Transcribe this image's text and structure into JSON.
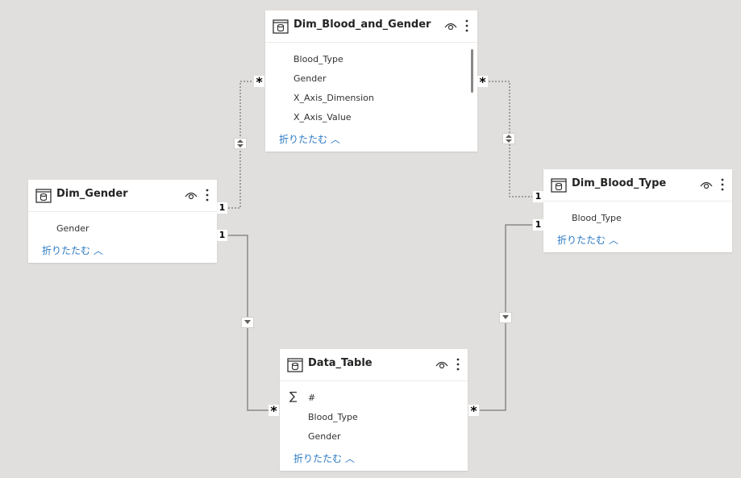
{
  "tables": {
    "dim_blood_and_gender": {
      "title": "Dim_Blood_and_Gender",
      "fields": [
        "Blood_Type",
        "Gender",
        "X_Axis_Dimension",
        "X_Axis_Value"
      ],
      "collapse_label": "折りたたむ ︿"
    },
    "dim_gender": {
      "title": "Dim_Gender",
      "fields": [
        "Gender"
      ],
      "collapse_label": "折りたたむ ︿"
    },
    "dim_blood_type": {
      "title": "Dim_Blood_Type",
      "fields": [
        "Blood_Type"
      ],
      "collapse_label": "折りたたむ ︿"
    },
    "data_table": {
      "title": "Data_Table",
      "measure_icon": "∑",
      "fields": [
        "#",
        "Blood_Type",
        "Gender"
      ],
      "collapse_label": "折りたたむ ︿"
    }
  },
  "relationships": [
    {
      "from": "Dim_Gender",
      "to": "Dim_Blood_and_Gender",
      "from_card": "1",
      "to_card": "*",
      "cross_filter": "both",
      "active": false
    },
    {
      "from": "Dim_Blood_Type",
      "to": "Dim_Blood_and_Gender",
      "from_card": "1",
      "to_card": "*",
      "cross_filter": "both",
      "active": false
    },
    {
      "from": "Dim_Gender",
      "to": "Data_Table",
      "from_card": "1",
      "to_card": "*",
      "cross_filter": "single",
      "active": true
    },
    {
      "from": "Dim_Blood_Type",
      "to": "Data_Table",
      "from_card": "1",
      "to_card": "*",
      "cross_filter": "single",
      "active": true
    }
  ],
  "icons": {
    "table": "table-icon",
    "visibility": "eye-icon",
    "more": "more-options-icon",
    "measure": "sigma-icon",
    "cross_filter_both": "double-arrow-icon",
    "cross_filter_single": "arrow-down-icon"
  },
  "colors": {
    "canvas": "#e1dfdd",
    "card": "#ffffff",
    "link": "#2b79c2",
    "line_active": "#8a8886",
    "line_inactive": "#8a8886"
  }
}
